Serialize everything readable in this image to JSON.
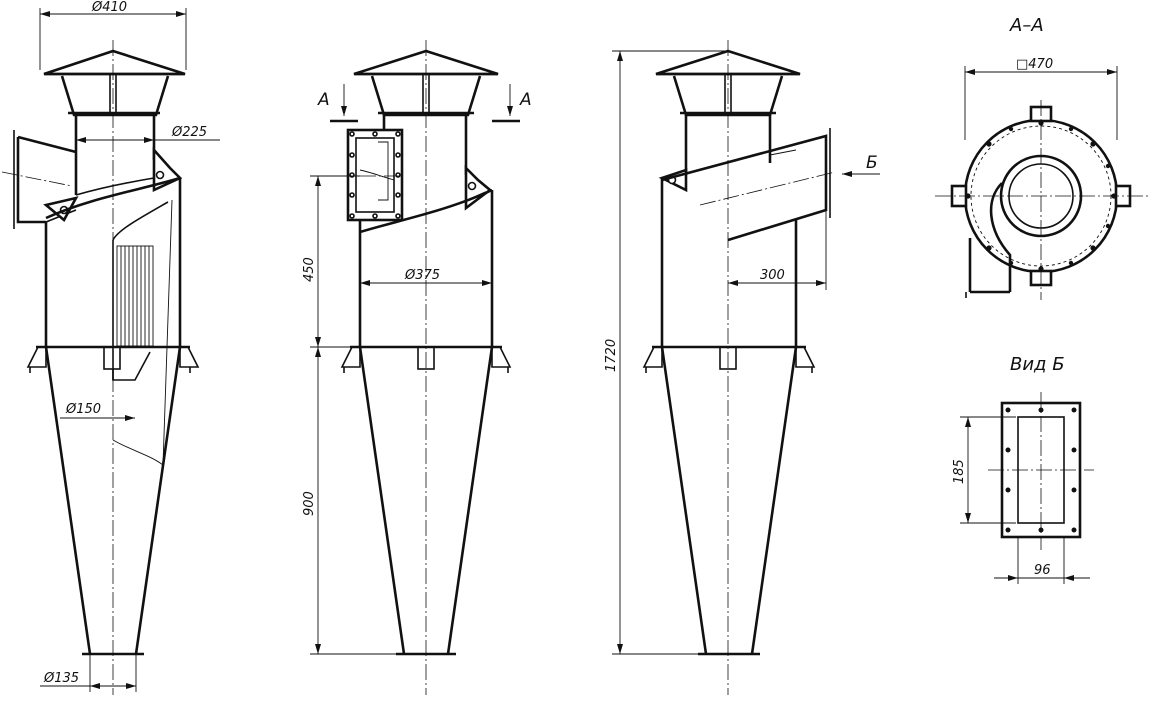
{
  "dimensions": {
    "view1_top_diameter": "Ø410",
    "view1_inlet_diameter": "Ø225",
    "view1_inner_pipe_diameter": "Ø150",
    "view1_outlet_diameter": "Ø135",
    "view2_body_diameter": "Ø375",
    "view2_cylinder_height": "450",
    "view2_cone_height": "900",
    "view3_total_height": "1720",
    "view3_inlet_offset": "300",
    "section_aa_square": "□470",
    "view_b_height": "185",
    "view_b_width": "96"
  },
  "labels": {
    "section_mark_left": "А",
    "section_mark_right": "А",
    "view_mark": "Б",
    "section_aa_title": "А–А",
    "view_b_title": "Вид Б"
  }
}
